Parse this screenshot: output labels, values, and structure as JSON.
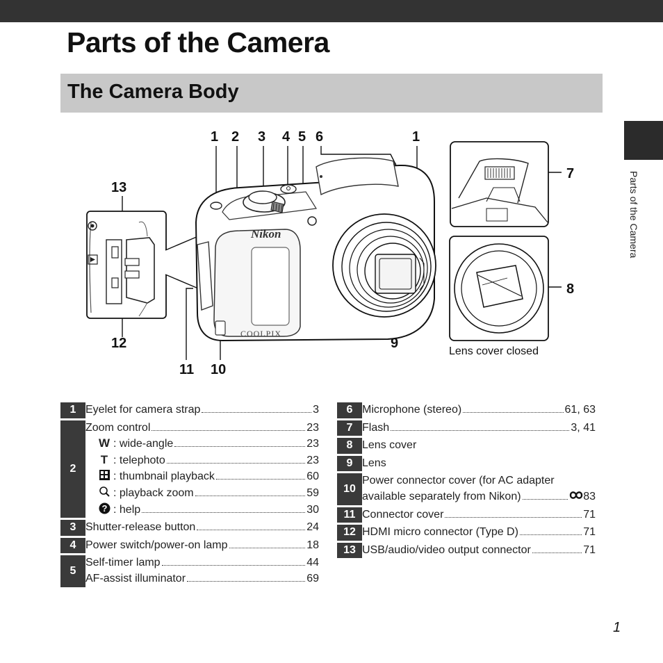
{
  "page": {
    "title": "Parts of the Camera",
    "section": "The Camera Body",
    "side_label": "Parts of the Camera",
    "number": "1",
    "accent_dark": "#333333",
    "section_bg": "#c8c8c8"
  },
  "illustration": {
    "callouts_top": [
      "1",
      "2",
      "3",
      "4",
      "5",
      "6",
      "1"
    ],
    "callout_13": "13",
    "callout_12": "12",
    "callout_11": "11",
    "callout_10": "10",
    "callout_9": "9",
    "callout_7": "7",
    "callout_8": "8",
    "brand": "Nikon",
    "model": "COOLPIX",
    "lens_caption": "Lens cover closed"
  },
  "parts_left": [
    {
      "num": "1",
      "lines": [
        {
          "label": "Eyelet for camera strap",
          "page": "3"
        }
      ]
    },
    {
      "num": "2",
      "lines": [
        {
          "label": "Zoom control",
          "page": "23"
        },
        {
          "sym": "W",
          "label": ": wide-angle",
          "page": "23"
        },
        {
          "sym": "T",
          "label": ": telephoto",
          "page": "23"
        },
        {
          "sym": "thumbnail-icon",
          "label": ": thumbnail playback",
          "page": "60"
        },
        {
          "sym": "magnifier-icon",
          "label": ": playback zoom",
          "page": "59"
        },
        {
          "sym": "help-icon",
          "label": ": help",
          "page": "30"
        }
      ]
    },
    {
      "num": "3",
      "lines": [
        {
          "label": "Shutter-release button",
          "page": "24"
        }
      ]
    },
    {
      "num": "4",
      "lines": [
        {
          "label": "Power switch/power-on lamp",
          "page": "18"
        }
      ]
    },
    {
      "num": "5",
      "lines": [
        {
          "label": "Self-timer lamp",
          "page": "44"
        },
        {
          "label": "AF-assist illuminator",
          "page": "69"
        }
      ]
    }
  ],
  "parts_right": [
    {
      "num": "6",
      "lines": [
        {
          "label": "Microphone (stereo)",
          "page": "61, 63"
        }
      ]
    },
    {
      "num": "7",
      "lines": [
        {
          "label": "Flash",
          "page": "3, 41"
        }
      ]
    },
    {
      "num": "8",
      "lines": [
        {
          "label": "Lens cover"
        }
      ]
    },
    {
      "num": "9",
      "lines": [
        {
          "label": "Lens"
        }
      ]
    },
    {
      "num": "10",
      "lines": [
        {
          "label": "Power connector cover (for AC adapter"
        },
        {
          "label": "available separately from Nikon)",
          "page_prefix_icon": "reference-icon",
          "page": "83"
        }
      ]
    },
    {
      "num": "11",
      "lines": [
        {
          "label": "Connector cover",
          "page": "71"
        }
      ]
    },
    {
      "num": "12",
      "lines": [
        {
          "label": "HDMI micro connector (Type D)",
          "page": "71"
        }
      ]
    },
    {
      "num": "13",
      "lines": [
        {
          "label": "USB/audio/video output connector",
          "page": "71"
        }
      ]
    }
  ]
}
